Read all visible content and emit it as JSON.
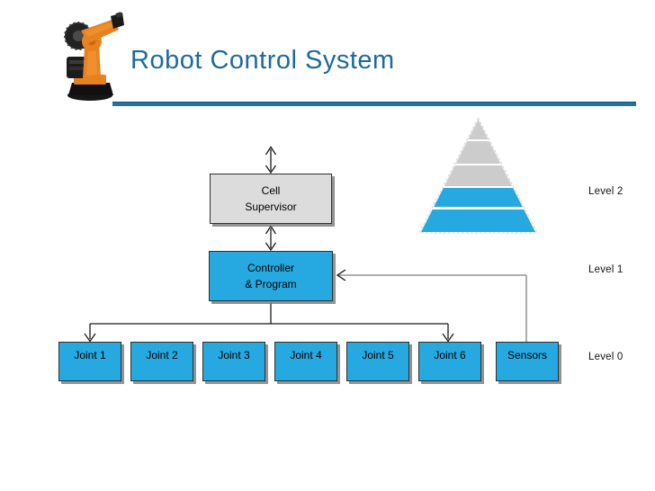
{
  "slide": {
    "title": "Robot Control System"
  },
  "colors": {
    "title_blue": "#1d6a9e",
    "rule_blue": "#2272a3",
    "box_blue": "#25a9e0",
    "box_gray": "#dcdcdc",
    "box_border": "#2f2f2f",
    "box_shadow": "#808080",
    "pyramid_gray": "#cccccc",
    "pyramid_blue": "#25a9e0",
    "connector_black": "#1a1a1a",
    "feedback_line_gray": "#7f7f7f",
    "robot_orange": "#e8821e"
  },
  "icons": {
    "robot": "robot-arm-image",
    "arrows": [
      "bidirectional-arrow",
      "down-arrow",
      "left-arrow"
    ]
  },
  "diagram": {
    "supervisor_box": {
      "line1": "Cell",
      "line2": "Supervisor"
    },
    "controller_box": {
      "line1": "Controller",
      "line2": "& Program"
    },
    "bottom_row": [
      {
        "label": "Joint 1"
      },
      {
        "label": "Joint 2"
      },
      {
        "label": "Joint 3"
      },
      {
        "label": "Joint 4"
      },
      {
        "label": "Joint 5"
      },
      {
        "label": "Joint 6"
      },
      {
        "label": "Sensors"
      }
    ],
    "levels": [
      {
        "label": "Level 2"
      },
      {
        "label": "Level 1"
      },
      {
        "label": "Level 0"
      }
    ],
    "pyramid_bands": [
      "gray",
      "gray",
      "gray",
      "blue",
      "blue"
    ]
  }
}
